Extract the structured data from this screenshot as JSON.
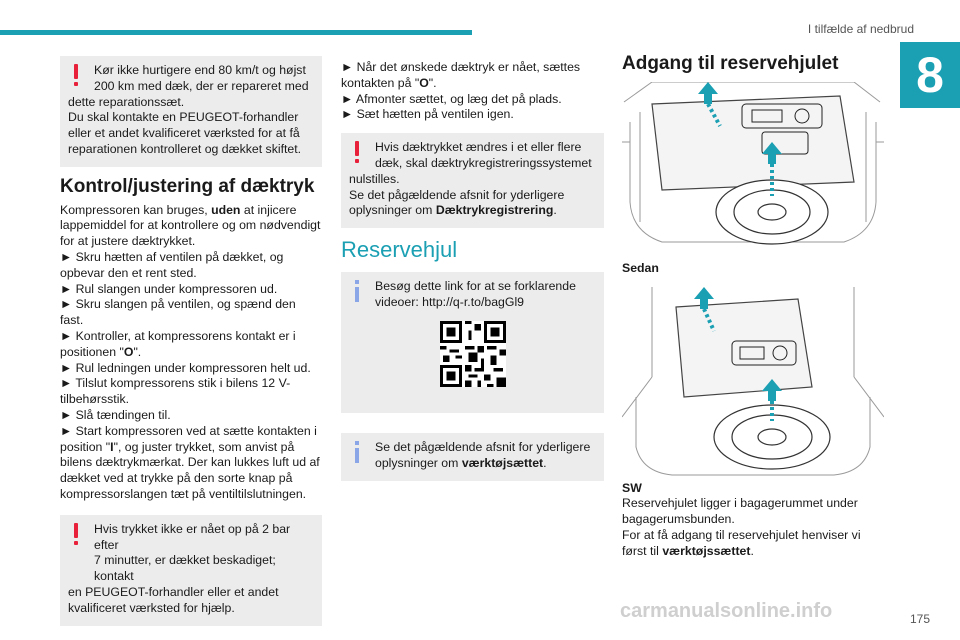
{
  "header": {
    "title": "I tilfælde af nedbrud",
    "chapter": "8"
  },
  "col1": {
    "warning1": "Kør ikke hurtigere end 80 km/t og højst 200 km med dæk, der er repareret med dette reparationssæt.\nDu skal kontakte en PEUGEOT-forhandler eller et andet kvalificeret værksted for at få reparationen kontrolleret og dækket skiftet.",
    "warning1_l1": "Kør ikke hurtigere end 80 km/t og højst",
    "warning1_l2": "200 km med dæk, der er repareret med",
    "warning1_l3": "dette reparationssæt.",
    "warning1_l4": "Du skal kontakte en PEUGEOT-forhandler",
    "warning1_l5": "eller et andet kvalificeret værksted for at få",
    "warning1_l6": "reparationen kontrolleret og dækket skiftet.",
    "section_title": "Kontrol/justering af dæktryk",
    "intro_a": "Kompressoren kan bruges, ",
    "intro_b": "uden",
    "intro_c": " at injicere lappemiddel for at kontrollere og om nødvendigt for at justere dæktrykket.",
    "step1": "► Skru hætten af ventilen på dækket, og opbevar den et rent sted.",
    "step2": "► Rul slangen under kompressoren ud.",
    "step3": "► Skru slangen på ventilen, og spænd den fast.",
    "step4a": "► Kontroller, at kompressorens kontakt er i positionen \"",
    "step4b": "O",
    "step4c": "\".",
    "step5": "► Rul ledningen under kompressoren helt ud.",
    "step6": "► Tilslut kompressorens stik i bilens 12 V-tilbehørsstik.",
    "step7": "► Slå tændingen til.",
    "step8a": "► Start kompressoren ved at sætte kontakten i position \"",
    "step8b": "I",
    "step8c": "\", og juster trykket, som anvist på bilens dæktrykmærkat. Der kan lukkes luft ud af dækket ved at trykke på den sorte knap på kompressorslangen tæt på ventiltilslutningen.",
    "warning2_l1": "Hvis trykket ikke er nået op på 2 bar efter",
    "warning2_l2": "7 minutter, er dækket beskadiget; kontakt",
    "warning2_l3": "en PEUGEOT-forhandler eller et andet kvalificeret værksted for hjælp."
  },
  "col2": {
    "step1a": "► Når det ønskede dæktryk er nået, sættes kontakten på \"",
    "step1b": "O",
    "step1c": "\".",
    "step2": "► Afmonter sættet, og læg det på plads.",
    "step3": "► Sæt hætten på ventilen igen.",
    "warning_l1": "Hvis dæktrykket ændres i et eller flere",
    "warning_l2": "dæk, skal dæktrykregistreringssystemet",
    "warning_l3": "nulstilles.",
    "warning_l4a": "Se det pågældende afsnit for yderligere oplysninger om ",
    "warning_l4b": "Dæktrykregistrering",
    "warning_l4c": ".",
    "section_title": "Reservehjul",
    "info1_l1": "Besøg dette link for at se forklarende",
    "info1_l2": "videoer: http://q-r.to/bagGl9",
    "info2_l1": "Se det pågældende afsnit for yderligere",
    "info2_l2a": "oplysninger om ",
    "info2_l2b": "værktøjsættet",
    "info2_l2c": "."
  },
  "col3": {
    "section_title": "Adgang til reservehjulet",
    "caption1": "Sedan",
    "caption2": "SW",
    "para1": "Reservehjulet ligger i bagagerummet under bagagerumsbunden.",
    "para2a": "For at få adgang til reservehjulet henviser vi først til ",
    "para2b": "værktøjssættet",
    "para2c": "."
  },
  "footer": {
    "page": "175",
    "watermark": "carmanualsonline.info"
  },
  "colors": {
    "accent": "#1a9fb3",
    "warning": "#e8203a",
    "info": "#8aa6e6",
    "box": "#ececec"
  },
  "icons": [
    "warning-icon",
    "info-icon",
    "qr-code",
    "arrow-up-icon"
  ]
}
